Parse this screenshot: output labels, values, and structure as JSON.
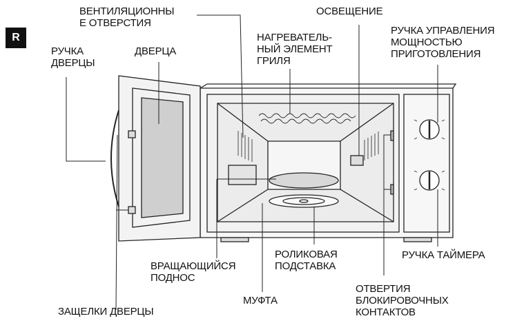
{
  "badge": "R",
  "labels": {
    "ventilation": "ВЕНТИЛЯЦИОННЫ\nЕ ОТВЕРСТИЯ",
    "lighting": "ОСВЕЩЕНИЕ",
    "door_handle": "РУЧКА\nДВЕРЦЫ",
    "door": "ДВЕРЦА",
    "grill_element": "НАГРЕВАТЕЛЬ-\nНЫЙ ЭЛЕМЕНТ\nГРИЛЯ",
    "power_knob": "РУЧКА УПРАВЛЕНИЯ\nМОЩНОСТЬЮ\nПРИГОТОВЛЕНИЯ",
    "turntable": "ВРАЩАЮЩИЙСЯ\nПОДНОС",
    "roller_ring": "РОЛИКОВАЯ\nПОДСТАВКА",
    "timer_knob": "РУЧКА ТАЙМЕРА",
    "coupler": "МУФТА",
    "door_latches": "ЗАЩЕЛКИ ДВЕРЦЫ",
    "interlock_holes": "ОТВЕРТИЯ\nБЛОКИРОВОЧНЫХ\nКОНТАКТОВ"
  },
  "colors": {
    "line": "#222222",
    "panel": "#f4f4f4",
    "cavity": "#e9e9e9",
    "glass": "#cfcfcf"
  }
}
